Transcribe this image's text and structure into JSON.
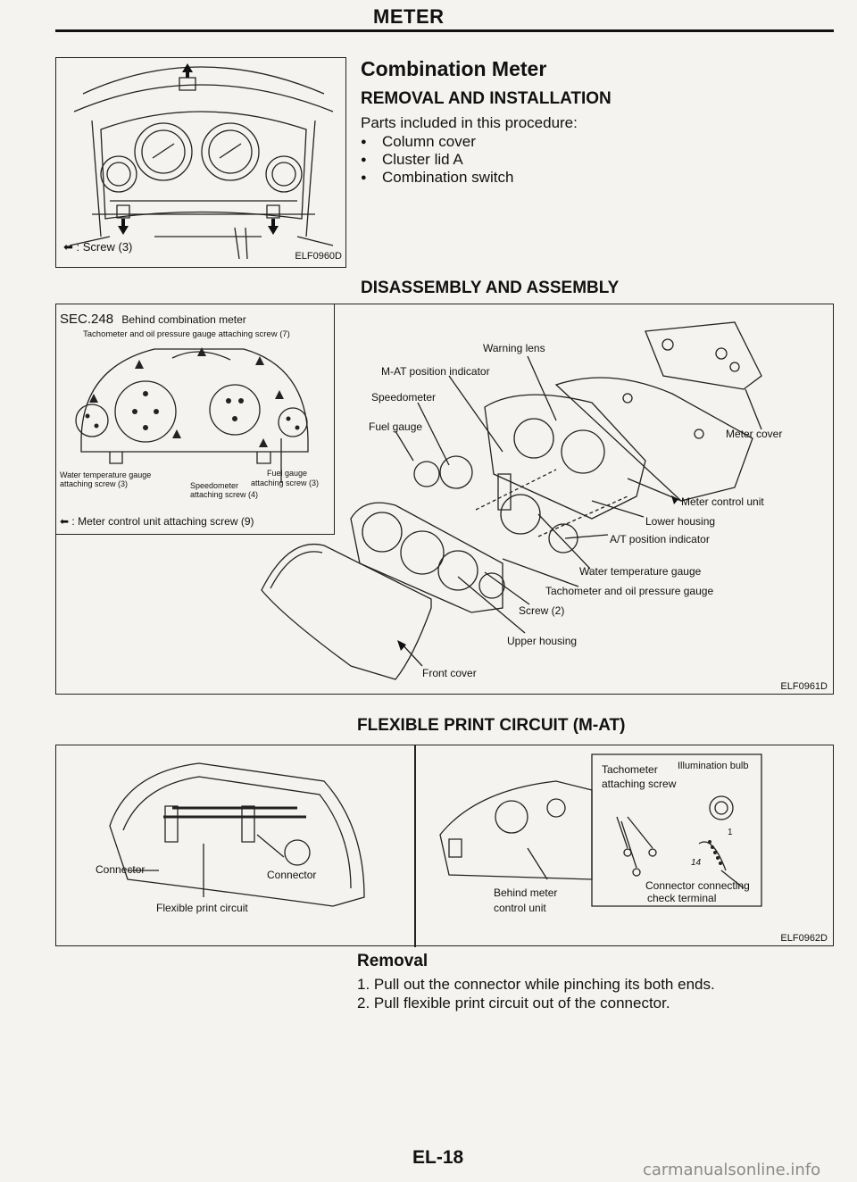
{
  "header": {
    "title": "METER"
  },
  "combination_meter": {
    "title": "Combination Meter",
    "removal_heading": "REMOVAL AND INSTALLATION",
    "intro": "Parts included in this procedure:",
    "parts": [
      "Column cover",
      "Cluster lid A",
      "Combination switch"
    ]
  },
  "fig1": {
    "legend_arrow": "⬅",
    "legend": ": Screw (3)",
    "code": "ELF0960D"
  },
  "disassembly": {
    "heading": "DISASSEMBLY AND ASSEMBLY",
    "inset": {
      "sec": "SEC.248",
      "title": "Behind combination meter",
      "tach_label": "Tachometer and oil pressure gauge attaching screw (7)",
      "water_label_1": "Water temperature gauge",
      "water_label_2": "attaching screw (3)",
      "speedo_label_1": "Speedometer",
      "speedo_label_2": "attaching screw (4)",
      "fuel_label_1": "Fuel gauge",
      "fuel_label_2": "attaching screw (3)",
      "legend_arrow": "⬅",
      "legend": ": Meter control unit attaching screw (9)"
    },
    "labels": {
      "warning_lens": "Warning lens",
      "mat_indicator": "M-AT position indicator",
      "speedometer": "Speedometer",
      "fuel_gauge": "Fuel gauge",
      "meter_cover": "Meter cover",
      "meter_control_unit": "Meter control unit",
      "lower_housing": "Lower housing",
      "at_indicator": "A/T position indicator",
      "water_temp": "Water temperature gauge",
      "tachometer": "Tachometer and oil pressure gauge",
      "screw": "Screw (2)",
      "upper_housing": "Upper housing",
      "front_cover": "Front cover"
    },
    "code": "ELF0961D"
  },
  "fpc": {
    "heading": "FLEXIBLE PRINT CIRCUIT (M-AT)",
    "connector_left": "Connector",
    "connector_right": "Connector",
    "flexible": "Flexible print circuit",
    "behind_1": "Behind meter",
    "behind_2": "control unit",
    "tach_1": "Tachometer",
    "tach_2": "attaching screw",
    "illumination": "Illumination bulb",
    "num_14": "14",
    "num_1": "1",
    "check_1": "Connector connecting",
    "check_2": "check terminal",
    "code": "ELF0962D"
  },
  "removal": {
    "heading": "Removal",
    "steps": [
      "1.   Pull out the connector while pinching its both ends.",
      "2.   Pull flexible print circuit out of the connector."
    ]
  },
  "footer": {
    "page": "EL-18",
    "watermark": "carmanualsonline.info"
  }
}
